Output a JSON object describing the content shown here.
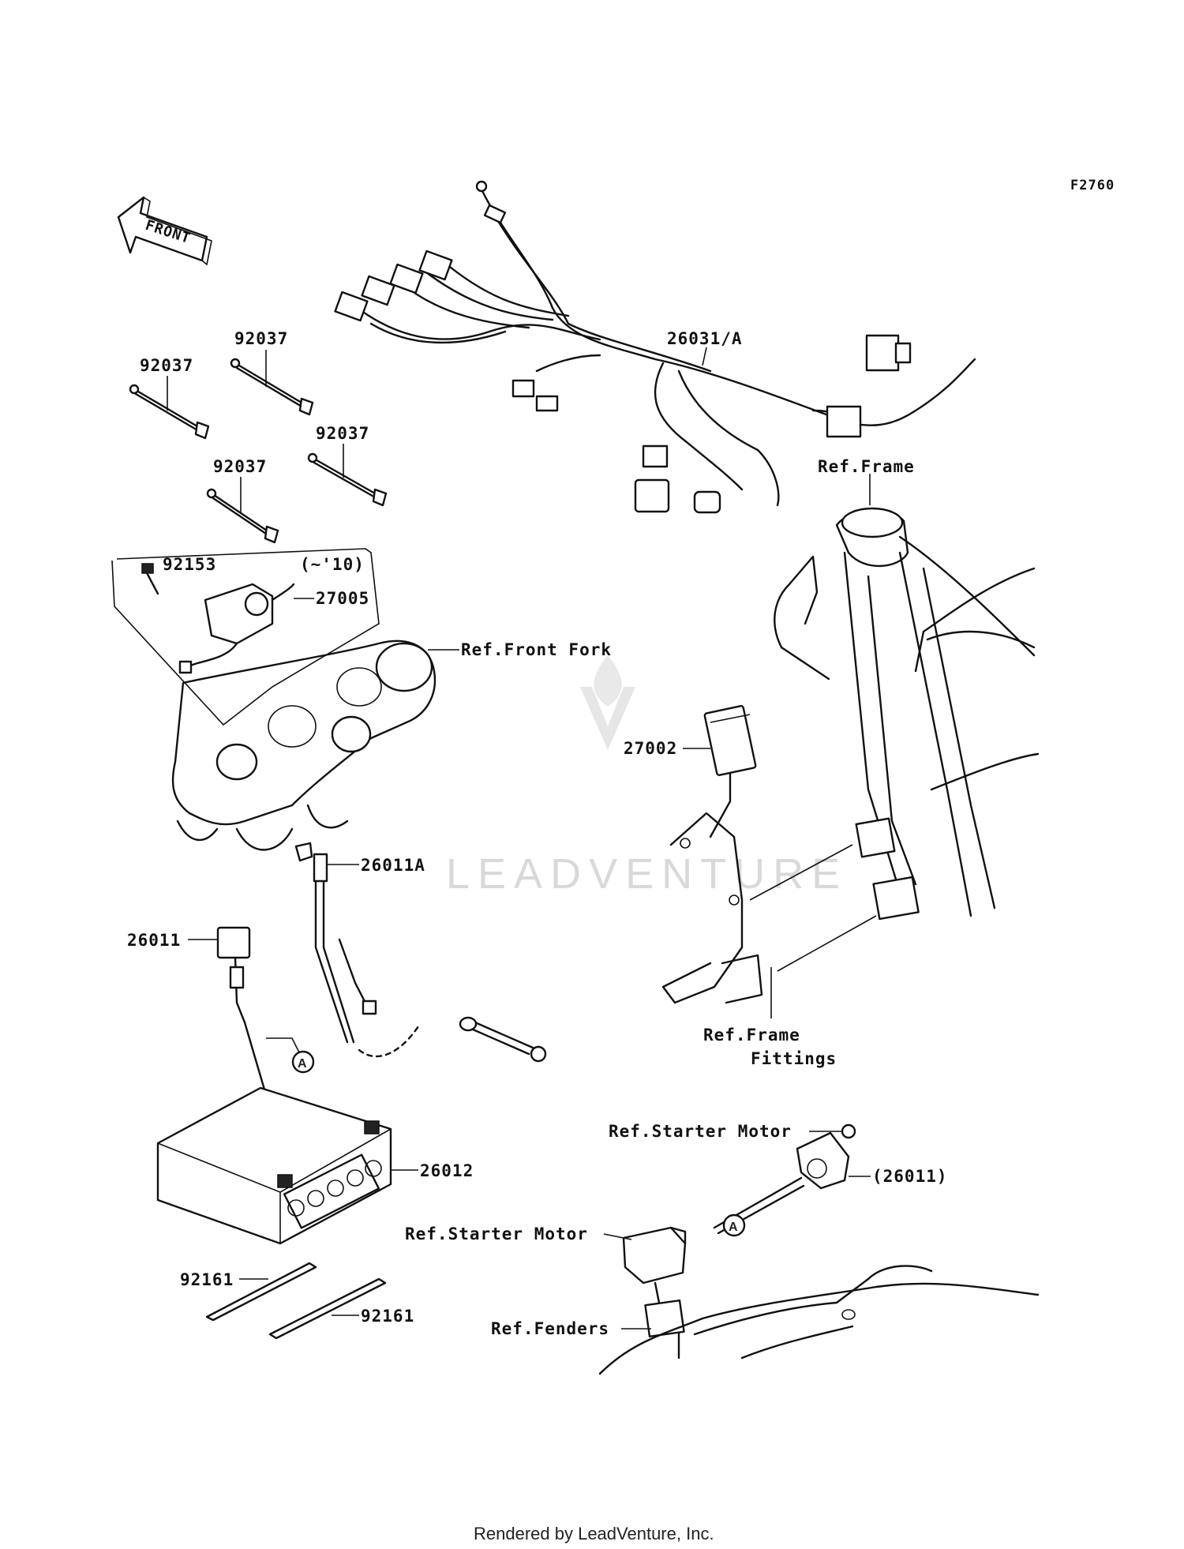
{
  "diagram": {
    "code": "F2760",
    "front_badge": "FRONT",
    "callout_letter": "A",
    "watermark": "LEADVENTURE",
    "footer": "Rendered by LeadVenture, Inc.",
    "labels": {
      "harness": "26031/A",
      "band_1": "92037",
      "band_2": "92037",
      "band_3": "92037",
      "band_4": "92037",
      "bolt": "92153",
      "year_note": "(~'10)",
      "switch": "27005",
      "front_fork": "Ref.Front Fork",
      "frame": "Ref.Frame",
      "relay": "27002",
      "cable_pos": "26011A",
      "cable_neg": "26011",
      "battery": "26012",
      "frame_fittings_1": "Ref.Frame",
      "frame_fittings_2": "Fittings",
      "starter_motor_1": "Ref.Starter Motor",
      "starter_cable": "(26011)",
      "starter_motor_2": "Ref.Starter Motor",
      "fenders": "Ref.Fenders",
      "pad_1": "92161",
      "pad_2": "92161"
    }
  }
}
